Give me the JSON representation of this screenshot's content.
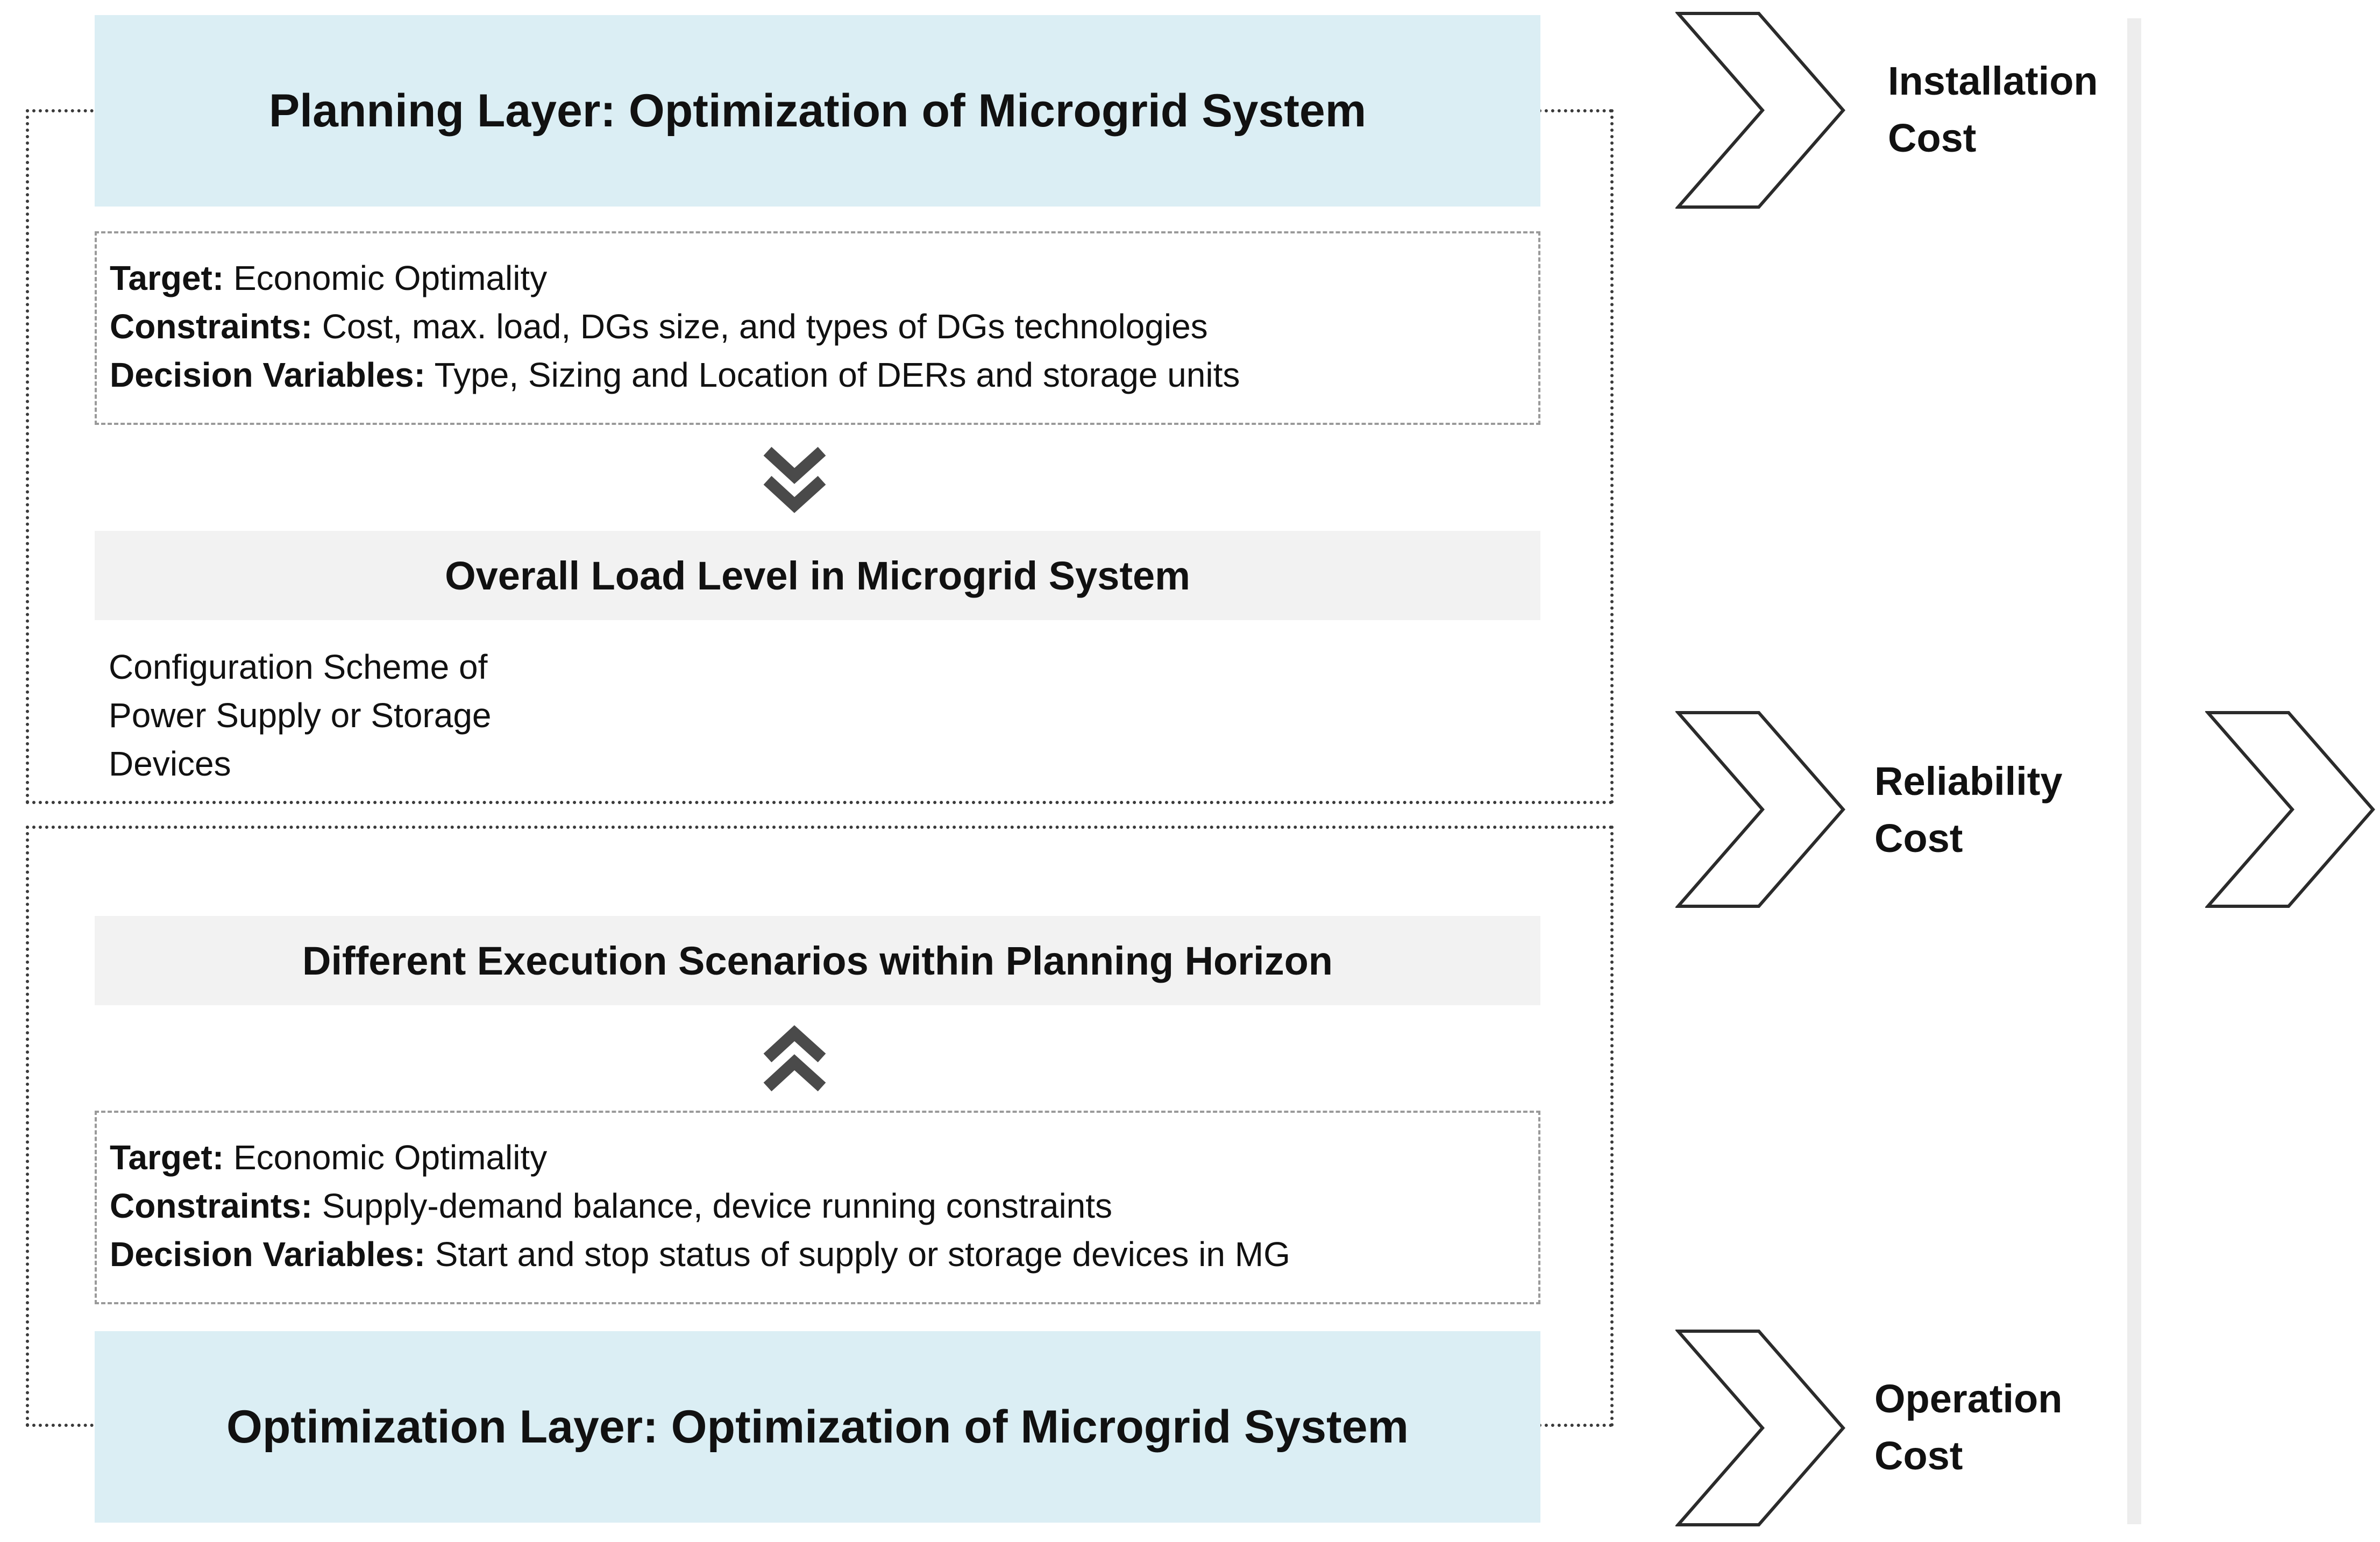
{
  "planning": {
    "title": "Planning Layer: Optimization of Microgrid System",
    "target_label": "Target:",
    "target_value": " Economic Optimality",
    "constraints_label": "Constraints:",
    "constraints_value": " Cost, max. load, DGs size, and types of DGs technologies",
    "decision_label": "Decision Variables:",
    "decision_value": " Type, Sizing and Location of DERs and storage units"
  },
  "load_level": {
    "title": "Overall Load Level in Microgrid System"
  },
  "configuration": {
    "line1": "Configuration Scheme of",
    "line2": "Power Supply or Storage",
    "line3": "Devices"
  },
  "scenarios": {
    "title": "Different Execution Scenarios within Planning Horizon"
  },
  "optimization": {
    "title": "Optimization Layer: Optimization of Microgrid System",
    "target_label": "Target:",
    "target_value": " Economic Optimality",
    "constraints_label": "Constraints:",
    "constraints_value": " Supply-demand balance, device running constraints",
    "decision_label": "Decision Variables:",
    "decision_value": " Start and stop status of supply or storage devices in MG"
  },
  "costs": {
    "installation_line1": "Installation",
    "installation_line2": "Cost",
    "reliability_line1": "Reliability",
    "reliability_line2": "Cost",
    "operation_line1": "Operation",
    "operation_line2": "Cost"
  },
  "colors": {
    "layer_fill": "#dbeef4",
    "band_fill": "#f2f2f2",
    "chevron_stroke": "#2b2b2b",
    "double_chevron": "#4a4a4a"
  },
  "icons": {
    "arrow_down": "double-chevron-down-icon",
    "arrow_up": "double-chevron-up-icon",
    "cost_arrow": "chevron-right-outline-icon"
  }
}
